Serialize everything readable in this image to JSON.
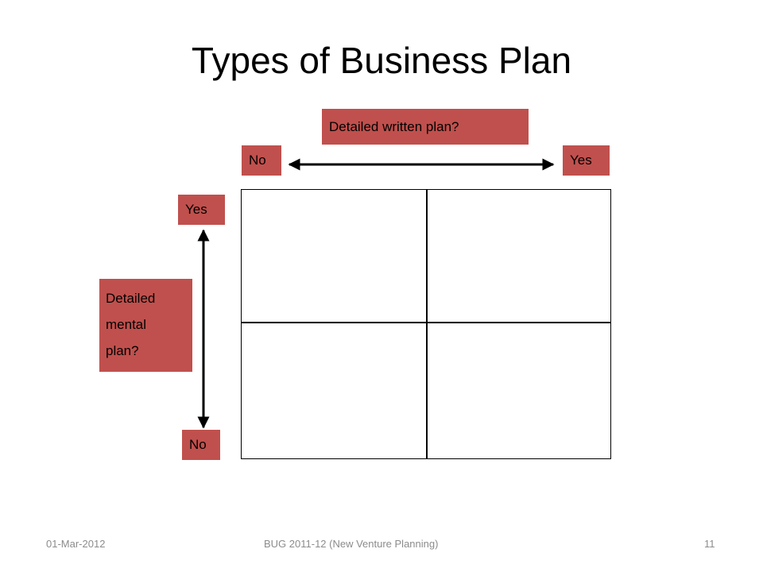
{
  "slide": {
    "title": "Types of Business Plan"
  },
  "diagram": {
    "top_axis_question": "Detailed written plan?",
    "top_axis_left": "No",
    "top_axis_right": "Yes",
    "left_axis_top": "Yes",
    "left_axis_bottom": "No",
    "left_axis_question_lines": [
      "Detailed",
      "mental",
      "plan?"
    ],
    "label_color": "#c0504d"
  },
  "footer": {
    "date": "01-Mar-2012",
    "course": "BUG 2011-12 (New Venture Planning)",
    "page_number": "11"
  }
}
